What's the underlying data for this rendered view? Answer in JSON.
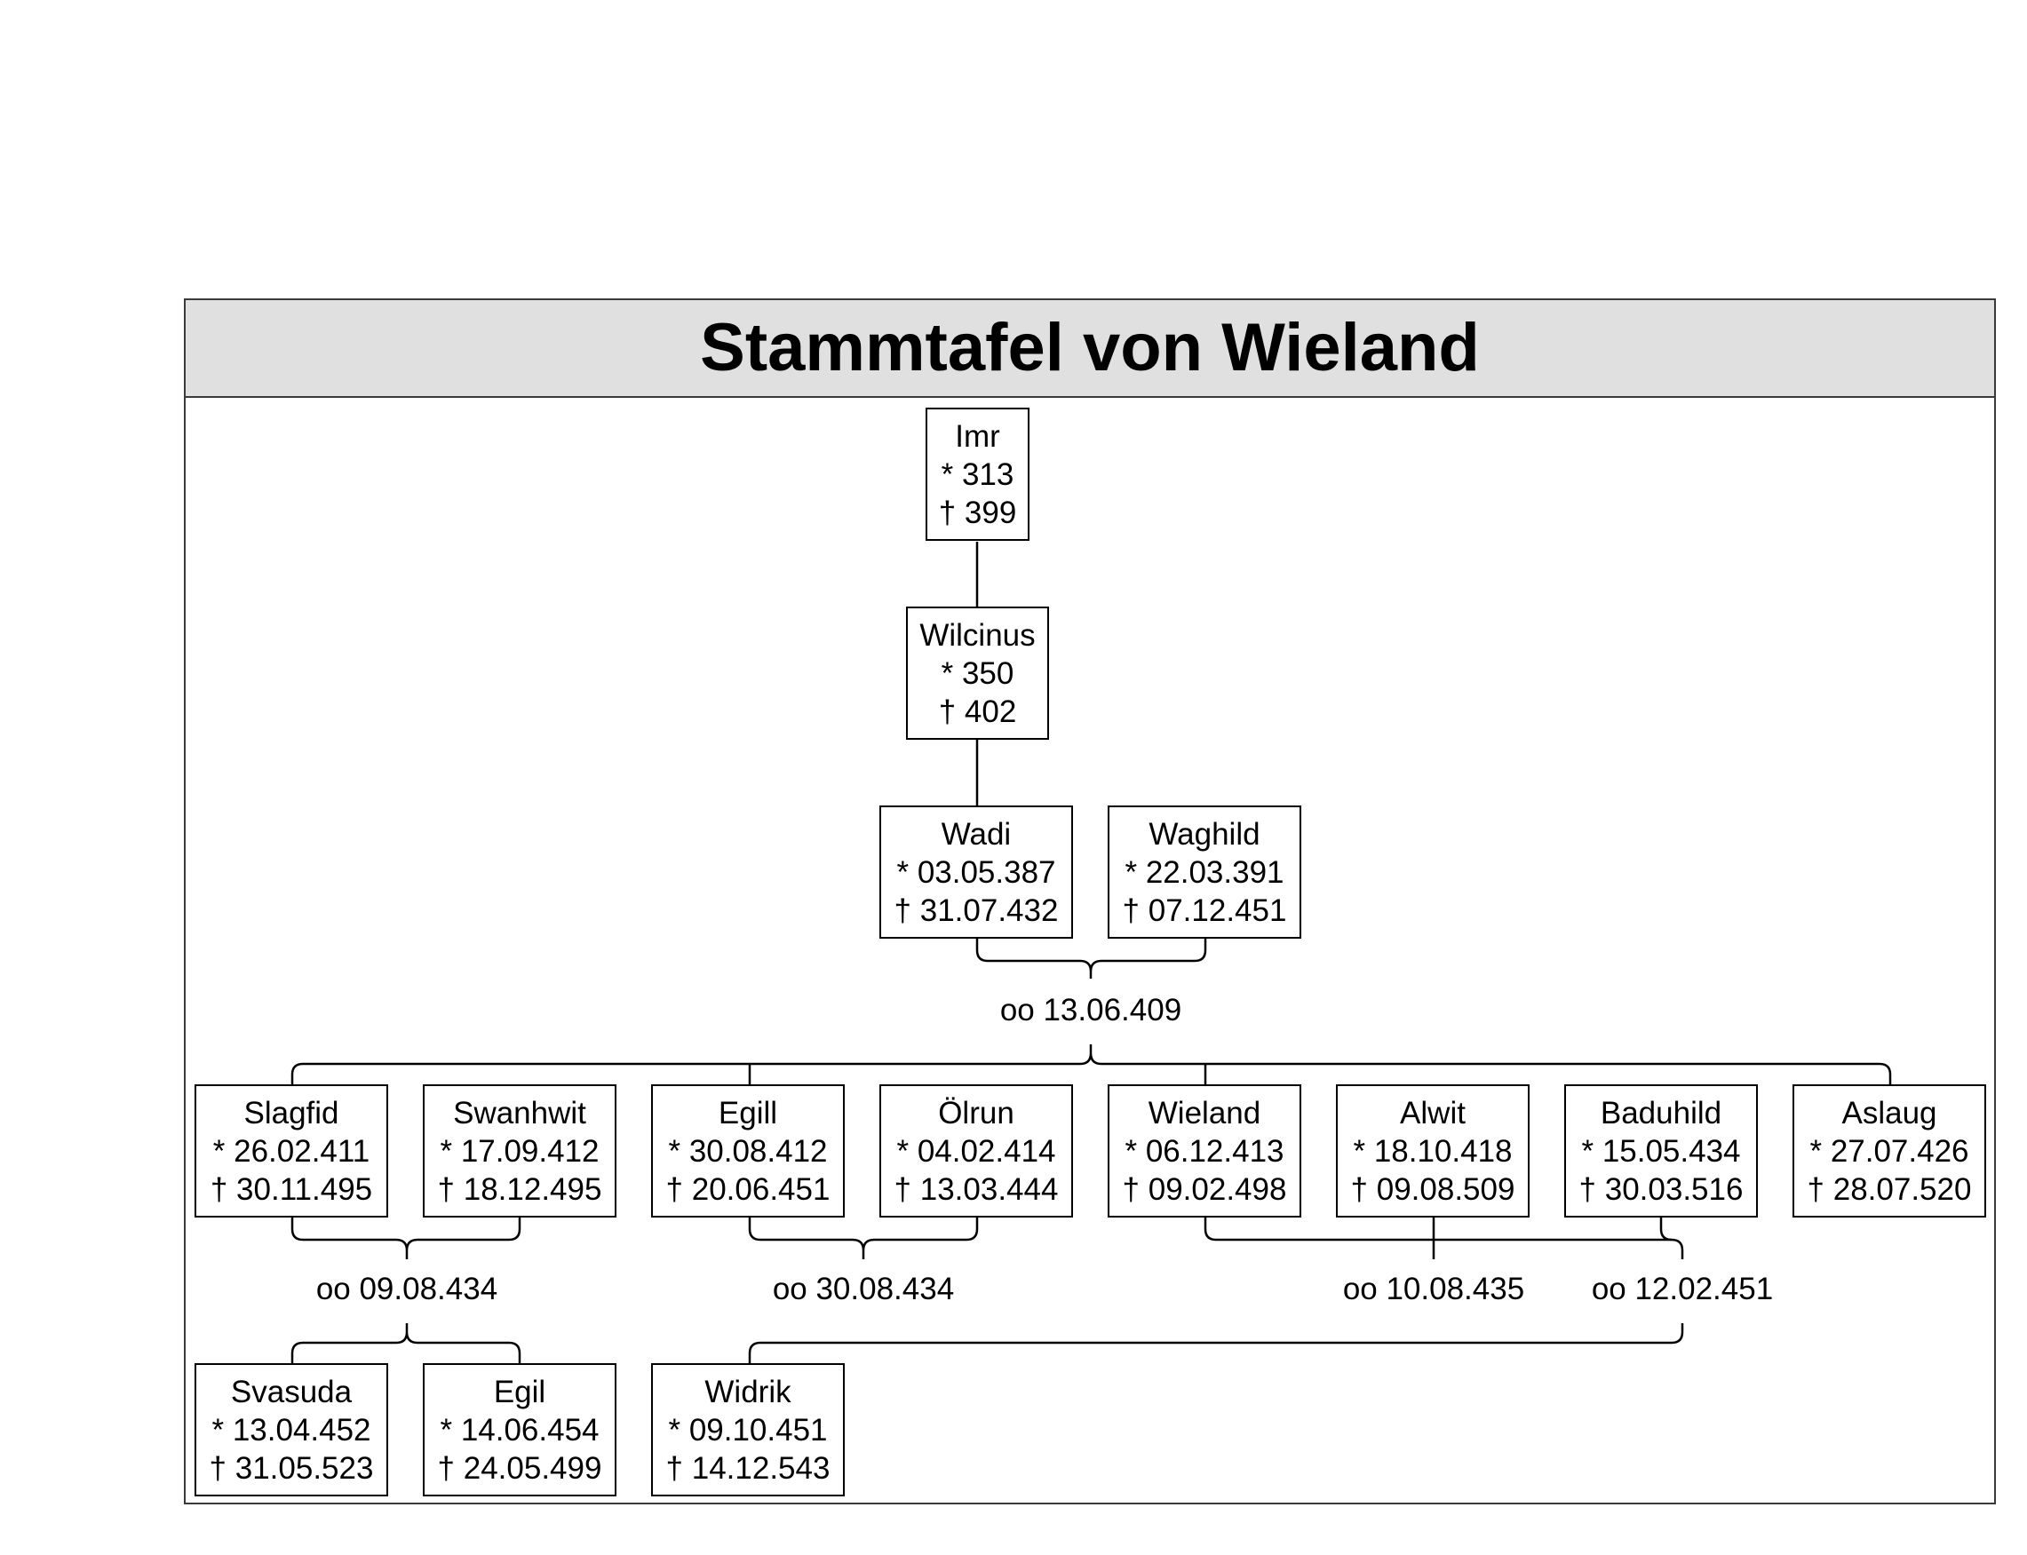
{
  "title": "Stammtafel von Wieland",
  "colors": {
    "title_background": "#e0e0e0",
    "frame_border": "#3a3a3a",
    "box_border": "#000000",
    "text": "#000000"
  },
  "people": {
    "imr": {
      "name": "Imr",
      "born": "* 313",
      "died": "† 399"
    },
    "wilcinus": {
      "name": "Wilcinus",
      "born": "* 350",
      "died": "† 402"
    },
    "wadi": {
      "name": "Wadi",
      "born": "* 03.05.387",
      "died": "† 31.07.432"
    },
    "waghild": {
      "name": "Waghild",
      "born": "* 22.03.391",
      "died": "† 07.12.451"
    },
    "slagfid": {
      "name": "Slagfid",
      "born": "* 26.02.411",
      "died": "† 30.11.495"
    },
    "swanhwit": {
      "name": "Swanhwit",
      "born": "* 17.09.412",
      "died": "† 18.12.495"
    },
    "egill": {
      "name": "Egill",
      "born": "* 30.08.412",
      "died": "† 20.06.451"
    },
    "olrun": {
      "name": "Ölrun",
      "born": "* 04.02.414",
      "died": "† 13.03.444"
    },
    "wieland": {
      "name": "Wieland",
      "born": "* 06.12.413",
      "died": "† 09.02.498"
    },
    "alwit": {
      "name": "Alwit",
      "born": "* 18.10.418",
      "died": "† 09.08.509"
    },
    "baduhild": {
      "name": "Baduhild",
      "born": "* 15.05.434",
      "died": "† 30.03.516"
    },
    "aslaug": {
      "name": "Aslaug",
      "born": "* 27.07.426",
      "died": "† 28.07.520"
    },
    "svasuda": {
      "name": "Svasuda",
      "born": "* 13.04.452",
      "died": "† 31.05.523"
    },
    "egil": {
      "name": "Egil",
      "born": "* 14.06.454",
      "died": "† 24.05.499"
    },
    "widrik": {
      "name": "Widrik",
      "born": "* 09.10.451",
      "died": "† 14.12.543"
    }
  },
  "marriages": {
    "wadi_waghild": "oo 13.06.409",
    "slagfid_swanhwit": "oo 09.08.434",
    "egill_olrun": "oo 30.08.434",
    "wieland_alwit": "oo 10.08.435",
    "wieland_baduhild": "oo 12.02.451"
  }
}
